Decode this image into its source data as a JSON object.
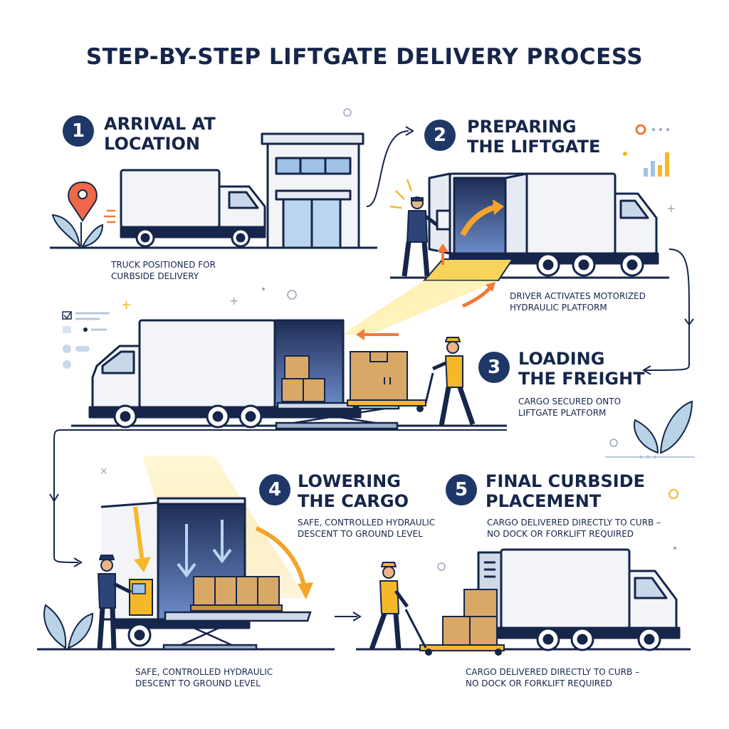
{
  "title": "STEP-BY-STEP LIFTGATE DELIVERY PROCESS",
  "steps": [
    {
      "number": "1",
      "title": [
        "ARRIVAL AT",
        "LOCATION"
      ],
      "caption": [
        "TRUCK POSITIONED FOR",
        "CURBSIDE DELIVERY"
      ]
    },
    {
      "number": "2",
      "title": [
        "PREPARING",
        "THE LIFTGATE"
      ],
      "caption": [
        "DRIVER ACTIVATES MOTORIZED",
        "HYDRAULIC PLATFORM"
      ]
    },
    {
      "number": "3",
      "title": [
        "LOADING",
        "THE FREIGHT"
      ],
      "caption": [
        "CARGO SECURED ONTO",
        "LIFTGATE PLATFORM"
      ]
    },
    {
      "number": "4",
      "title": [
        "LOWERING",
        "THE CARGO"
      ],
      "caption": [
        "SAFE, CONTROLLED HYDRAULIC",
        "DESCENT TO GROUND LEVEL"
      ],
      "caption_bottom": [
        "SAFE, CONTROLLED HYDRAULIC",
        "DESCENT TO GROUND LEVEL"
      ]
    },
    {
      "number": "5",
      "title": [
        "FINAL CURBSIDE",
        "PLACEMENT"
      ],
      "caption": [
        "CARGO DELIVERED DIRECTLY TO CURB –",
        "NO DOCK OR FORKLIFT REQUIRED"
      ],
      "caption_bottom": [
        "CARGO DELIVERED DIRECTLY TO CURB –",
        "NO DOCK OR FORKLIFT REQUIRED"
      ]
    }
  ],
  "colors": {
    "navy": "#1f3766",
    "accent_orange": "#f07a3a",
    "accent_yellow": "#f4b82a",
    "truck_body": "#f2f4f8",
    "box": "#d9a866"
  },
  "icons": [
    "location-pin-icon",
    "building-icon",
    "leaf-icon",
    "bar-chart-icon",
    "checklist-icon"
  ]
}
